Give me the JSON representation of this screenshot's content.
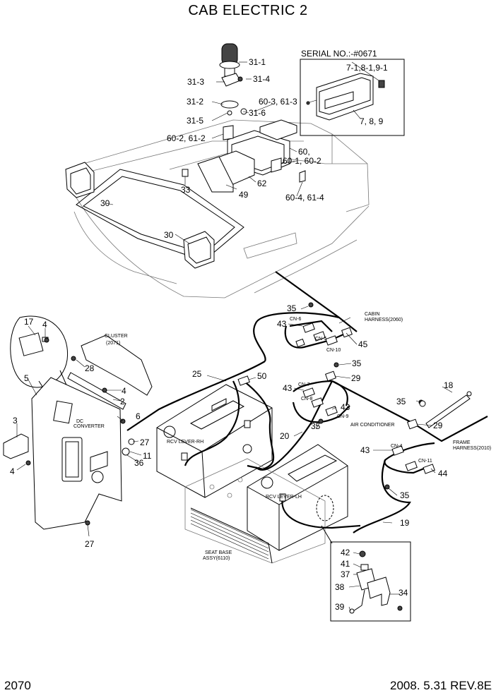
{
  "title": "CAB ELECTRIC 2",
  "footer": {
    "page_number": "2070",
    "revision": "2008. 5.31  REV.8E"
  },
  "serial_box": {
    "header": "SERIAL NO.:-#0671",
    "labels": [
      "7-1,8-1,9-1",
      "7, 8, 9"
    ]
  },
  "callouts": {
    "c31_1": "31-1",
    "c31_3": "31-3",
    "c31_4": "31-4",
    "c31_2": "31-2",
    "c31_5": "31-5",
    "c31_6": "31-6",
    "c60_3": "60-3, 61-3",
    "c60_2": "60-2, 61-2",
    "c60": "60,",
    "c60_1": "60-1, 60-2",
    "c60_4": "60-4, 61-4",
    "c33": "33",
    "c49": "49",
    "c62": "62",
    "c30a": "30",
    "c30b": "30",
    "c17": "17",
    "c4a": "4",
    "c28": "28",
    "c4b": "4",
    "c2": "2",
    "c6": "6",
    "c5": "5",
    "c3": "3",
    "c4c": "4",
    "c27a": "27",
    "c11": "11",
    "c36": "36",
    "c27b": "27",
    "c25": "25",
    "c50": "50",
    "c35a": "35",
    "c43a": "43",
    "c45": "45",
    "c35b": "35",
    "c29a": "29",
    "c43b": "43",
    "c43c": "43",
    "c35c": "35",
    "c18": "18",
    "c35d": "35",
    "c29b": "29",
    "c20": "20",
    "c43d": "43",
    "c44": "44",
    "c35e": "35",
    "c19": "19",
    "c42": "42",
    "c41": "41",
    "c37": "37",
    "c38": "38",
    "c34": "34",
    "c39": "39"
  },
  "annotations": {
    "cluster": [
      "CLUSTER",
      "(2071)"
    ],
    "cabin_harness": [
      "CABIN",
      "HARNESS(2060)"
    ],
    "frame_harness": [
      "FRAME",
      "HARNESS(2010)"
    ],
    "dc_converter": [
      "DC",
      "CONVERTER"
    ],
    "air_conditioner": "AIR CONDITIONER",
    "rcv_rh": "RCV LEVER-RH",
    "rcv_lh": "RCV LEVER-LH",
    "seat_base": [
      "SEAT BASE",
      "ASSY(6110)"
    ],
    "cn_6": "CN-6",
    "cn_5": "CN-5",
    "cn_10": "CN-10",
    "cn_7": "CN-7",
    "cn_8": "CN-8",
    "cn_9": "CN-9",
    "cn_4": "CN-4",
    "cn_11": "CN-11"
  }
}
